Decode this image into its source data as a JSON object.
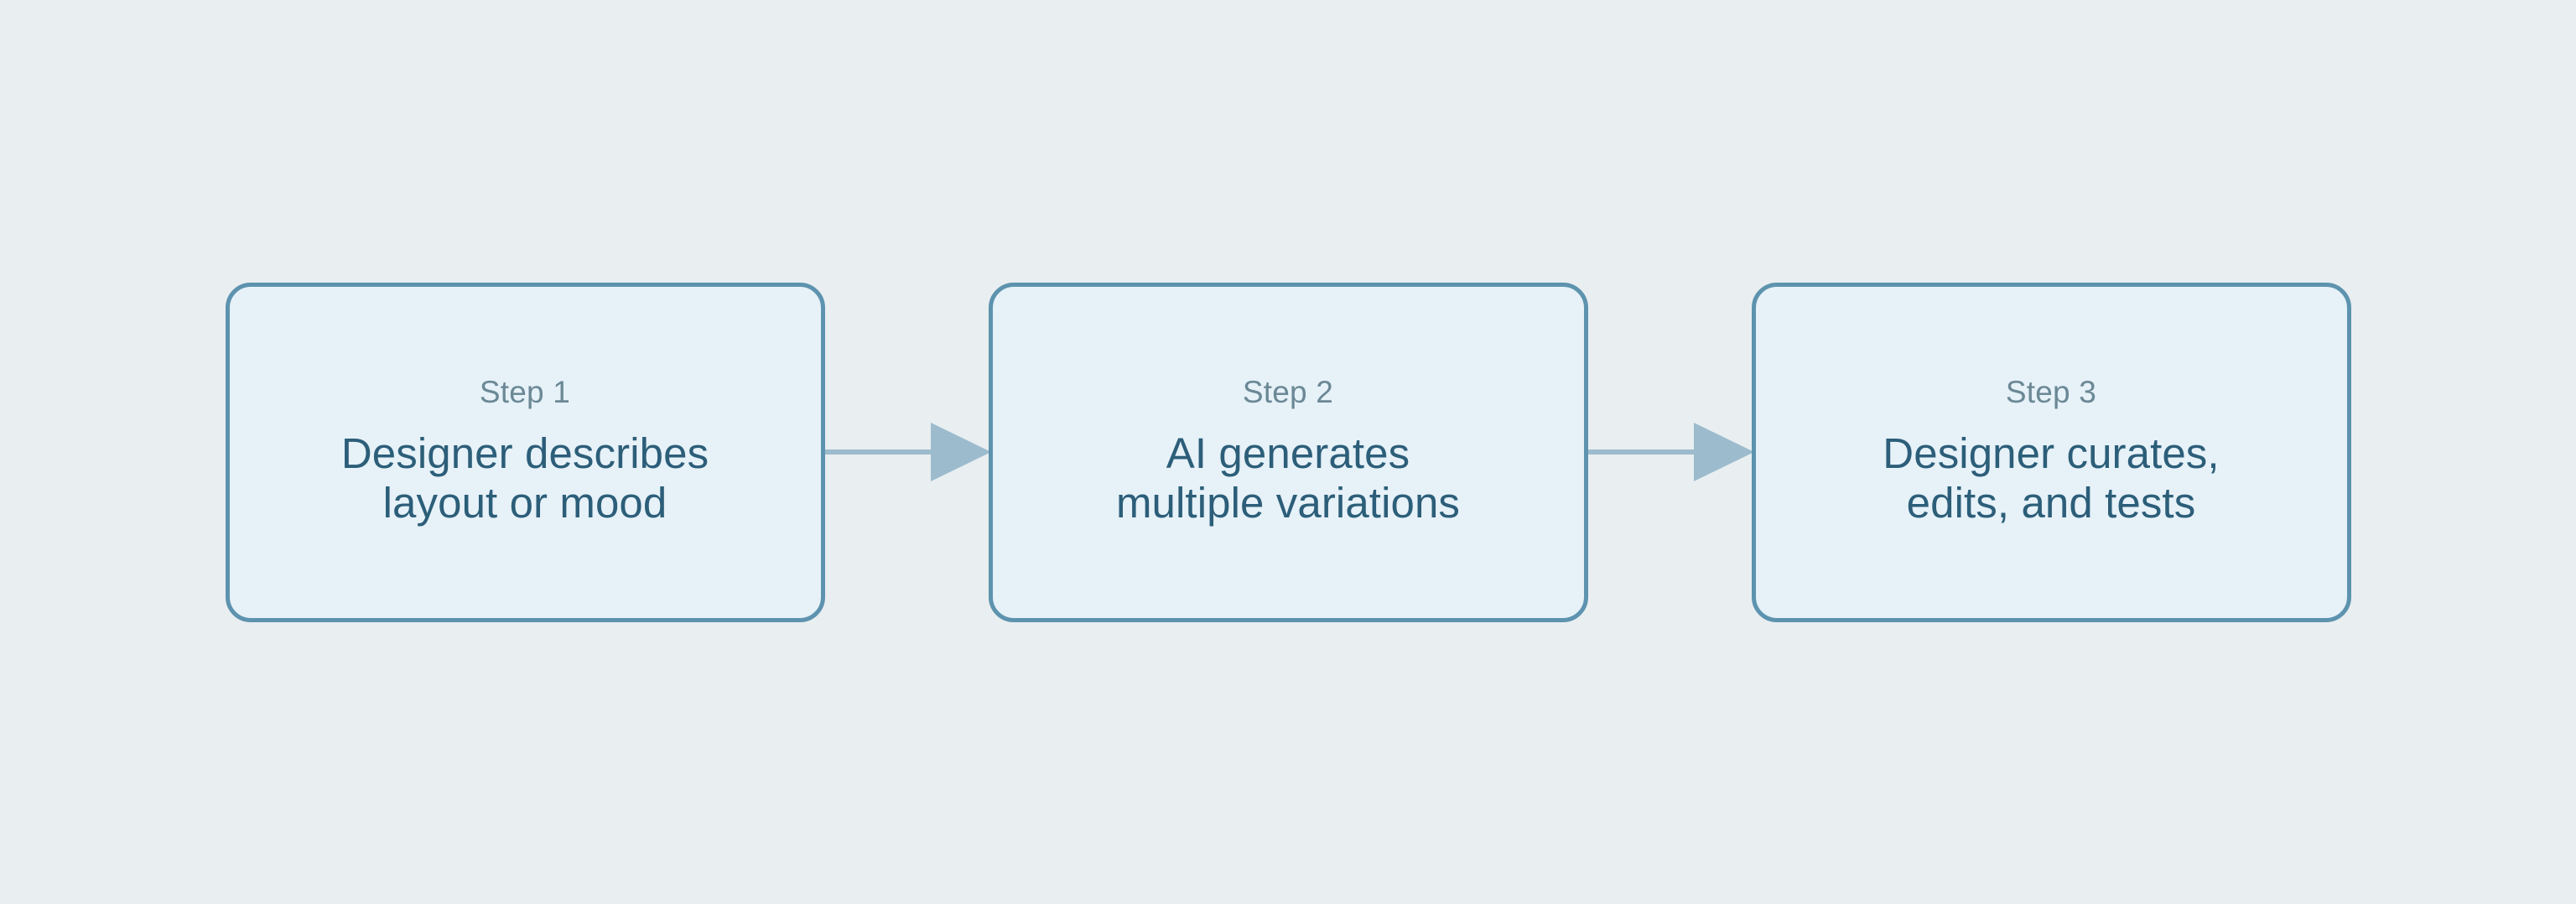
{
  "diagram": {
    "type": "horizontal-flow",
    "background_color": "#e9eef1",
    "node_fill_color": "#e6f1f8",
    "node_border_color": "#5d93ae",
    "step_label_color": "#6b8895",
    "step_title_color": "#2c5e79",
    "arrow_color": "#9cbccd",
    "steps": [
      {
        "label": "Step 1",
        "title_line1": "Designer describes",
        "title_line2": "layout or mood"
      },
      {
        "label": "Step 2",
        "title_line1": "AI generates",
        "title_line2": "multiple variations"
      },
      {
        "label": "Step 3",
        "title_line1": "Designer curates,",
        "title_line2": "edits, and tests"
      }
    ],
    "connectors": [
      {
        "from": "Step 1",
        "to": "Step 2",
        "icon": "arrow-right-icon"
      },
      {
        "from": "Step 2",
        "to": "Step 3",
        "icon": "arrow-right-icon"
      }
    ]
  }
}
